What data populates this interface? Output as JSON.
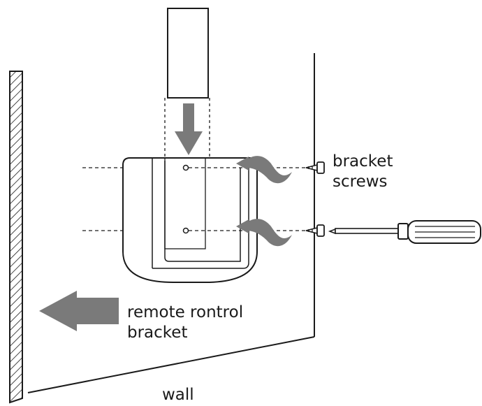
{
  "labels": {
    "bracket_screws_line1": "bracket",
    "bracket_screws_line2": "screws",
    "remote_bracket_line1": "remote rontrol",
    "remote_bracket_line2": "bracket",
    "wall": "wall"
  },
  "colors": {
    "line": "#1a1a1a",
    "arrow": "#7a7a7a",
    "background": "#ffffff"
  },
  "icons": [
    "screwdriver-icon",
    "screw-icon",
    "down-arrow-icon",
    "left-arrow-icon",
    "curved-arrow-icon"
  ]
}
